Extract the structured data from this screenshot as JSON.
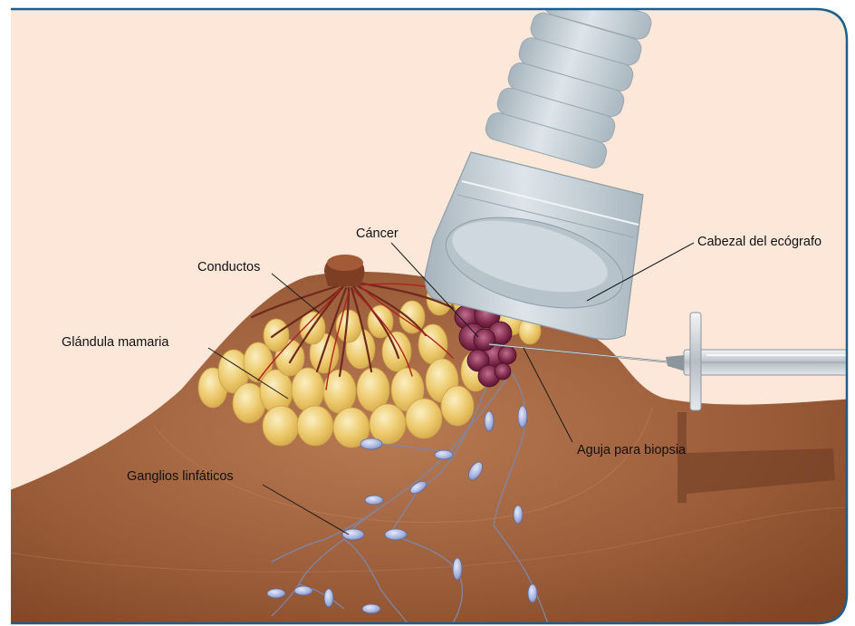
{
  "labels": {
    "cancer": "Cáncer",
    "conductos": "Conductos",
    "glandula": "Glándula mamaria",
    "cabezal": "Cabezal del ecógrafo",
    "aguja": "Aguja para biopsia",
    "ganglios": "Ganglios linfáticos"
  },
  "colors": {
    "frame": "#1c5e8d",
    "background": "#fde7d9",
    "skin": "#9c5e3a",
    "skin_dark": "#824626",
    "gland": "#e8c564",
    "gland_light": "#f6e3a0",
    "duct": "#6e2a1e",
    "vessel": "#b3201f",
    "tumor": "#7b2748",
    "probe": "#c7d2d9",
    "probe_dark": "#96a5af",
    "node": "#a7b4de",
    "needle": "#c9ced3"
  }
}
